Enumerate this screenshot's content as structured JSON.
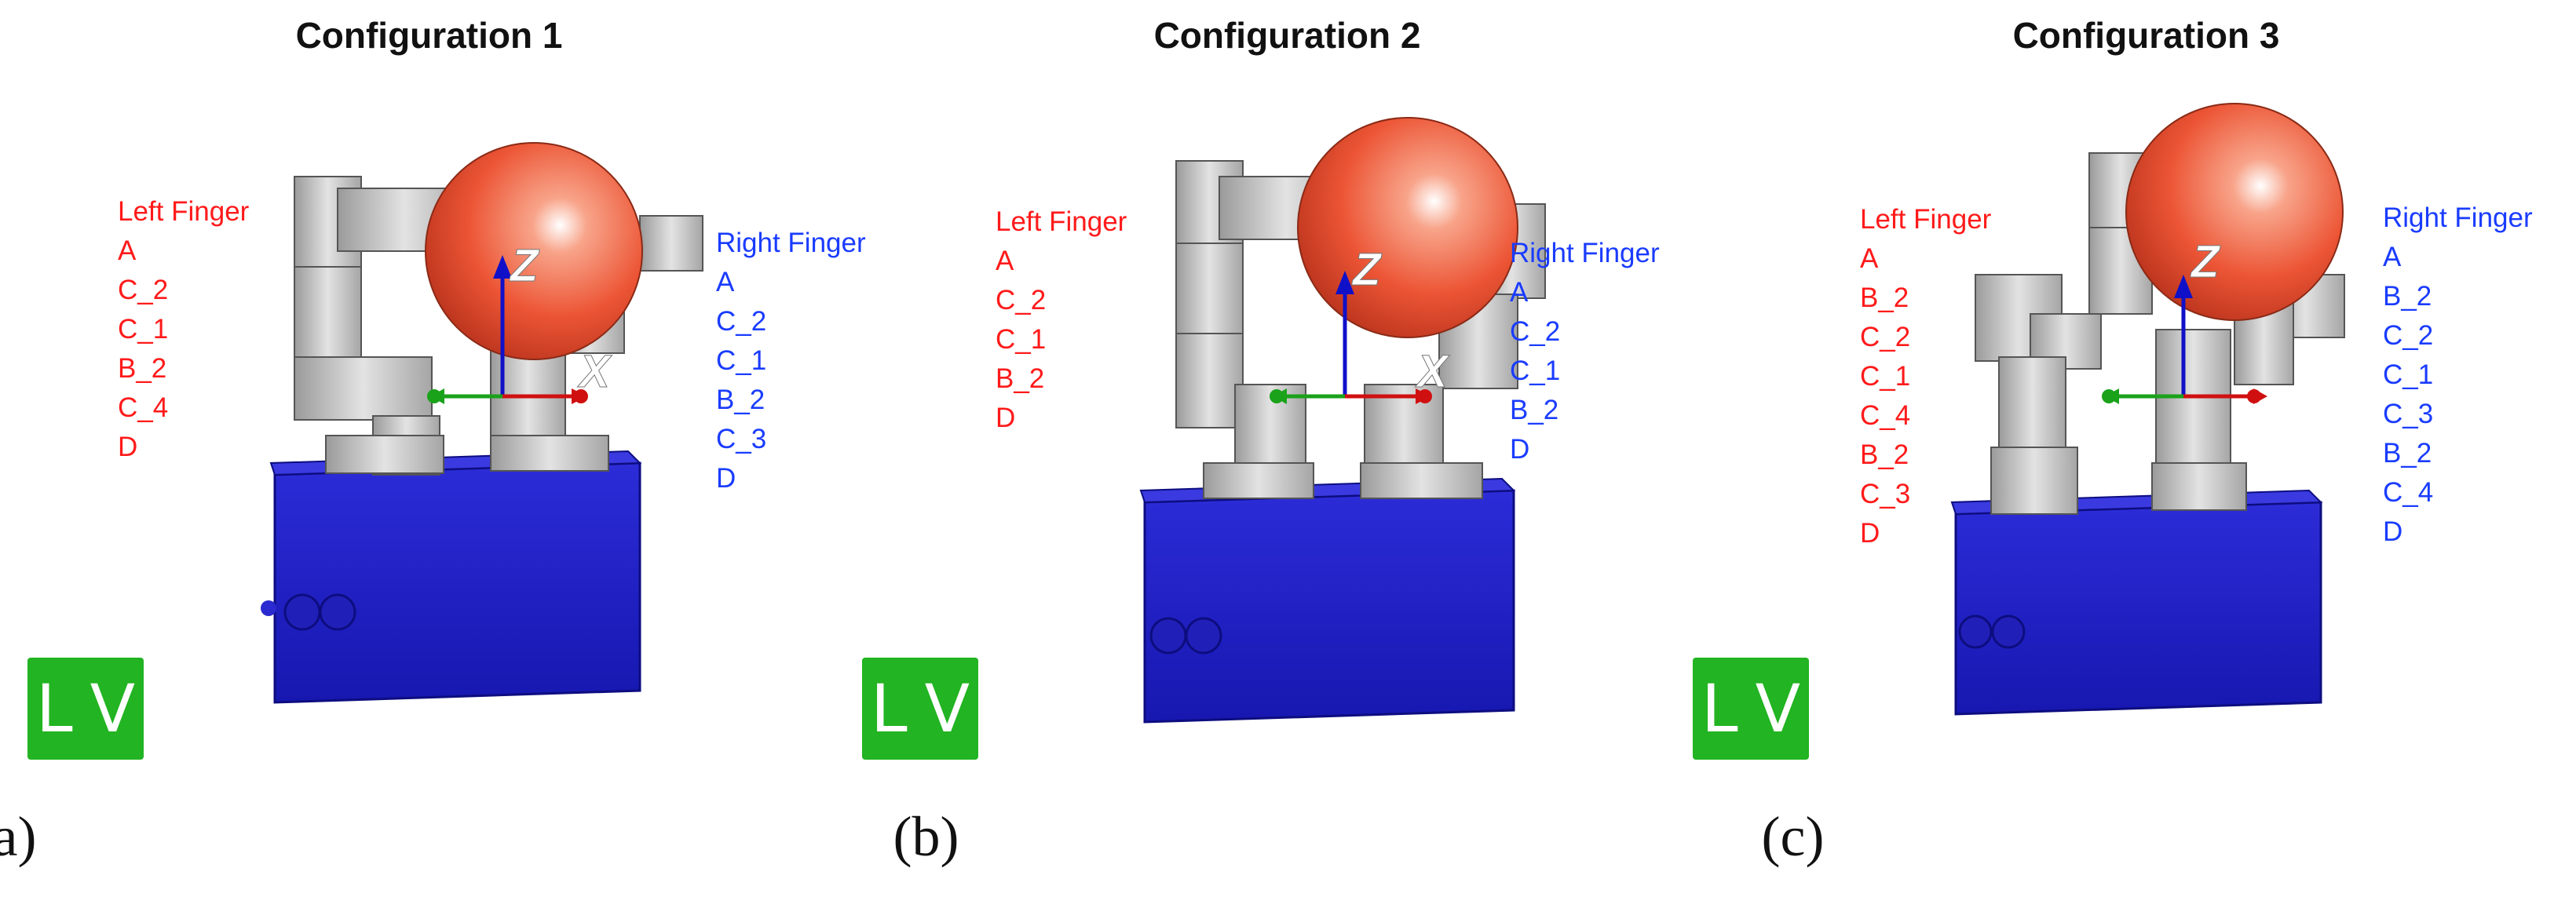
{
  "colors": {
    "left_finger": "#ff1a1a",
    "right_finger": "#1a3cff",
    "body": "#1f1fc8",
    "sphere": "#ef5a3c",
    "segment": "#bdbdbd",
    "view_cube": "#22b422"
  },
  "panels": [
    {
      "title": "Configuration 1",
      "caption": "(a)",
      "left_finger": {
        "label": "Left Finger",
        "items": [
          "A",
          "C_2",
          "C_1",
          "B_2",
          "C_4",
          "D"
        ]
      },
      "right_finger": {
        "label": "Right Finger",
        "items": [
          "A",
          "C_2",
          "C_1",
          "B_2",
          "C_3",
          "D"
        ]
      },
      "axis_z": "Z",
      "axis_x": "X",
      "view_cube": {
        "left_glyph": "L",
        "right_glyph": "V"
      }
    },
    {
      "title": "Configuration 2",
      "caption": "(b)",
      "left_finger": {
        "label": "Left Finger",
        "items": [
          "A",
          "C_2",
          "C_1",
          "B_2",
          "D"
        ]
      },
      "right_finger": {
        "label": "Right Finger",
        "items": [
          "A",
          "C_2",
          "C_1",
          "B_2",
          "D"
        ]
      },
      "axis_z": "Z",
      "axis_x": "X",
      "view_cube": {
        "left_glyph": "L",
        "right_glyph": "V"
      }
    },
    {
      "title": "Configuration 3",
      "caption": "(c)",
      "left_finger": {
        "label": "Left Finger",
        "items": [
          "A",
          "B_2",
          "C_2",
          "C_1",
          "C_4",
          "B_2",
          "C_3",
          "D"
        ]
      },
      "right_finger": {
        "label": "Right Finger",
        "items": [
          "A",
          "B_2",
          "C_2",
          "C_1",
          "C_3",
          "B_2",
          "C_4",
          "D"
        ]
      },
      "axis_z": "Z",
      "axis_x": "",
      "view_cube": {
        "left_glyph": "L",
        "right_glyph": "V"
      }
    }
  ]
}
